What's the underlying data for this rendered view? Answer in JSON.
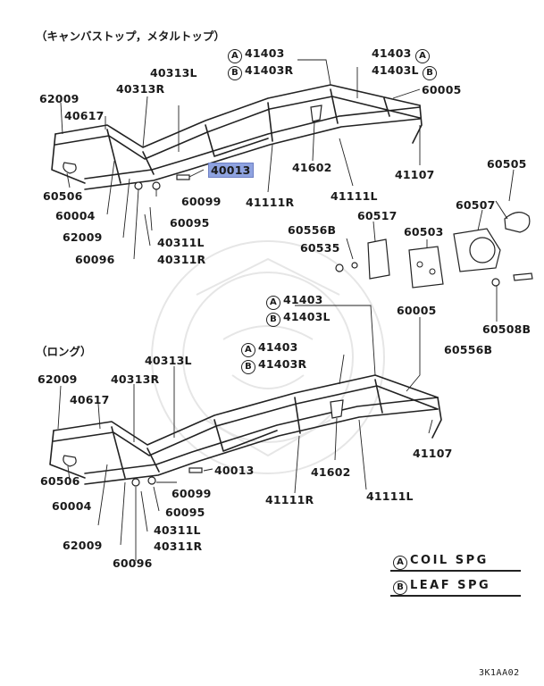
{
  "section_top_title": "（キャンバストップ，メタルトップ）",
  "section_bottom_title": "（ロング）",
  "labels_top": {
    "l41403_a": "41403",
    "l41403r": "41403R",
    "r41403": "41403",
    "r41403l": "41403L",
    "p60005": "60005",
    "p40313l": "40313L",
    "p40313r": "40313R",
    "p62009a": "62009",
    "p40617": "40617",
    "p40013": "40013",
    "p41602": "41602",
    "p41107": "41107",
    "p60505": "60505",
    "p60506": "60506",
    "p60099": "60099",
    "p41111r": "41111R",
    "p41111l": "41111L",
    "p60004": "60004",
    "p60095": "60095",
    "p62009b": "62009",
    "p40311l": "40311L",
    "p40311r": "40311R",
    "p60096": "60096",
    "p60556b_a": "60556B",
    "p60517": "60517",
    "p60507": "60507",
    "p60535": "60535",
    "p60503": "60503",
    "p60508b": "60508B",
    "p60556b_b": "60556B"
  },
  "labels_bottom": {
    "l41403": "41403",
    "l41403l": "41403L",
    "p60005": "60005",
    "m41403": "41403",
    "m41403r": "41403R",
    "p40313l": "40313L",
    "p62009a": "62009",
    "p40313r": "40313R",
    "p40617": "40617",
    "p41107": "41107",
    "p40013": "40013",
    "p41602": "41602",
    "p60506": "60506",
    "p60099": "60099",
    "p41111r": "41111R",
    "p41111l": "41111L",
    "p60004": "60004",
    "p60095": "60095",
    "p40311l": "40311L",
    "p62009b": "62009",
    "p40311r": "40311R",
    "p60096": "60096"
  },
  "marker_a": "A",
  "marker_b": "B",
  "legend": {
    "a": "COIL SPG",
    "b": "LEAF SPG"
  },
  "footer_code": "3K1AA02",
  "highlight_color": "#8fa3e0"
}
